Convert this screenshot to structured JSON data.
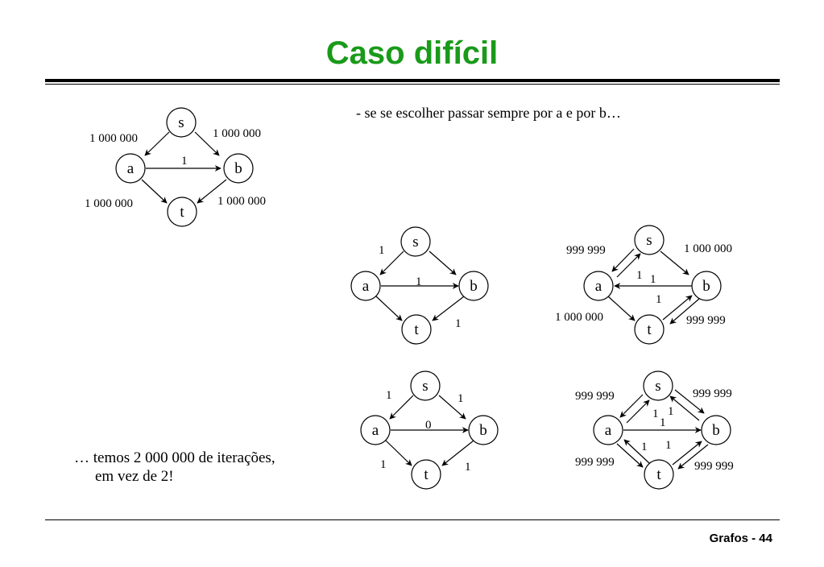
{
  "title": "Caso difícil",
  "caption": "- se se escolher passar sempre por a e por b…",
  "note": [
    "… temos 2 000 000 de iterações,",
    "em vez de 2!"
  ],
  "footer": "Grafos - 44",
  "colors": {
    "title": "#1a9a1a",
    "text": "#000000"
  },
  "graphs": [
    {
      "name": "original-network",
      "nodes": [
        "s",
        "a",
        "b",
        "t"
      ],
      "edge_labels": {
        "s-a": "1 000 000",
        "s-b": "1 000 000",
        "a-b": "1",
        "a-t": "1 000 000",
        "b-t": "1 000 000"
      }
    },
    {
      "name": "flow-step-1",
      "nodes": [
        "s",
        "a",
        "b",
        "t"
      ],
      "edge_labels": {
        "s-a": "1",
        "a-b": "1",
        "b-t": "1"
      }
    },
    {
      "name": "residual-step-1",
      "nodes": [
        "s",
        "a",
        "b",
        "t"
      ],
      "edge_labels": {
        "s-a": "999 999",
        "a-s": "1",
        "s-b": "1 000 000",
        "b-a": "1",
        "a-t": "1 000 000",
        "t-b": "1",
        "b-t": "999 999"
      }
    },
    {
      "name": "flow-step-2",
      "nodes": [
        "s",
        "a",
        "b",
        "t"
      ],
      "edge_labels": {
        "s-a": "1",
        "s-b": "1",
        "a-b": "0",
        "a-t": "1",
        "b-t": "1"
      }
    },
    {
      "name": "residual-step-2",
      "nodes": [
        "s",
        "a",
        "b",
        "t"
      ],
      "edge_labels": {
        "s-a": "999 999",
        "s-b": "999 999",
        "a-t": "999 999",
        "b-t": "999 999",
        "a-s": "1",
        "b-s": "1",
        "a-b": "1",
        "t-a": "1",
        "t-b": "1"
      }
    }
  ]
}
